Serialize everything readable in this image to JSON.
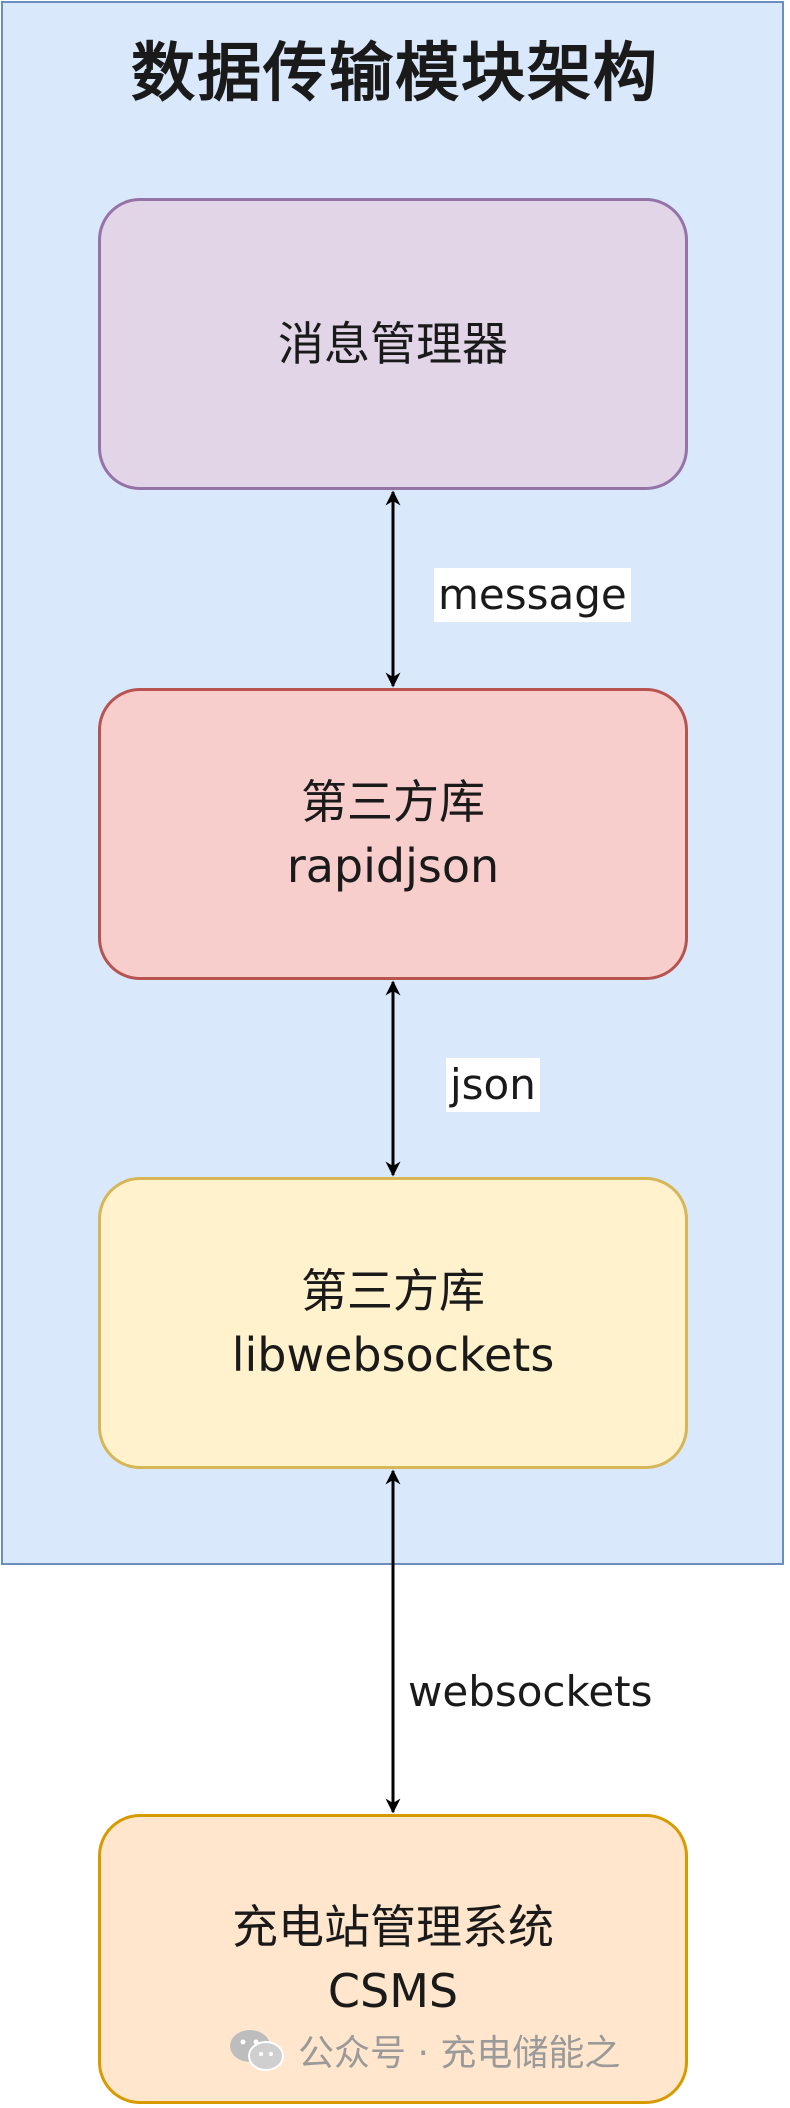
{
  "title": "数据传输模块架构",
  "nodes": [
    {
      "id": "message-manager",
      "lines": [
        "消息管理器"
      ]
    },
    {
      "id": "rapidjson",
      "lines": [
        "第三方库",
        "rapidjson"
      ]
    },
    {
      "id": "libwebsockets",
      "lines": [
        "第三方库",
        "libwebsockets"
      ]
    },
    {
      "id": "csms",
      "lines": [
        "充电站管理系统",
        "CSMS"
      ]
    }
  ],
  "edges": [
    {
      "from": "message-manager",
      "to": "rapidjson",
      "label": "message",
      "bidirectional": true
    },
    {
      "from": "rapidjson",
      "to": "libwebsockets",
      "label": "json",
      "bidirectional": true
    },
    {
      "from": "libwebsockets",
      "to": "csms",
      "label": "websockets",
      "bidirectional": true
    }
  ],
  "colors": {
    "module_fill": "#dae8fc",
    "module_stroke": "#6c8ebf",
    "message_manager_fill": "#e1d5e7",
    "message_manager_stroke": "#9673a6",
    "rapidjson_fill": "#f8cecc",
    "rapidjson_stroke": "#b85450",
    "libwebsockets_fill": "#fff2cc",
    "libwebsockets_stroke": "#d6b656",
    "csms_fill": "#ffe6cc",
    "csms_stroke": "#d79b00"
  },
  "watermark": {
    "icon": "wechat-icon",
    "text": "公众号 · 充电储能之"
  }
}
